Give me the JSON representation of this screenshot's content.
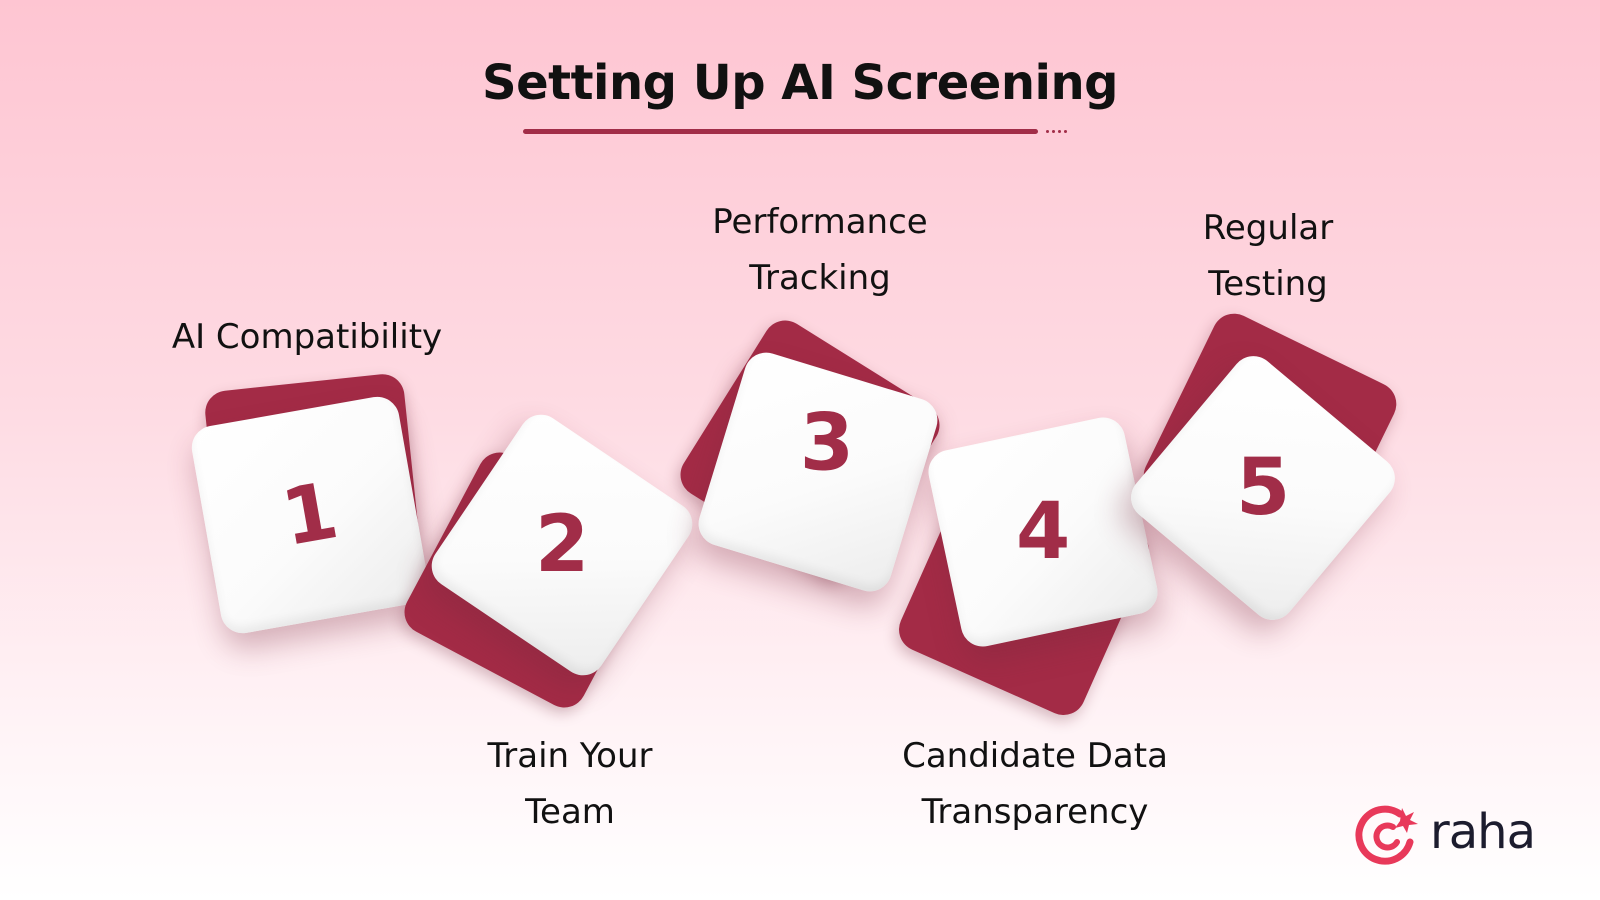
{
  "title": "Setting Up AI Screening",
  "steps": [
    {
      "number": "1",
      "label": "AI Compatibility"
    },
    {
      "number": "2",
      "label_line1": "Train Your",
      "label_line2": "Team"
    },
    {
      "number": "3",
      "label_line1": "Performance",
      "label_line2": "Tracking"
    },
    {
      "number": "4",
      "label_line1": "Candidate Data",
      "label_line2": "Transparency"
    },
    {
      "number": "5",
      "label_line1": "Regular",
      "label_line2": "Testing"
    }
  ],
  "brand": {
    "name": "raha"
  },
  "colors": {
    "accent": "#a12d48",
    "back_tile": "#a32b46",
    "background_top": "#fec5d2",
    "background_bottom": "#ffffff"
  }
}
